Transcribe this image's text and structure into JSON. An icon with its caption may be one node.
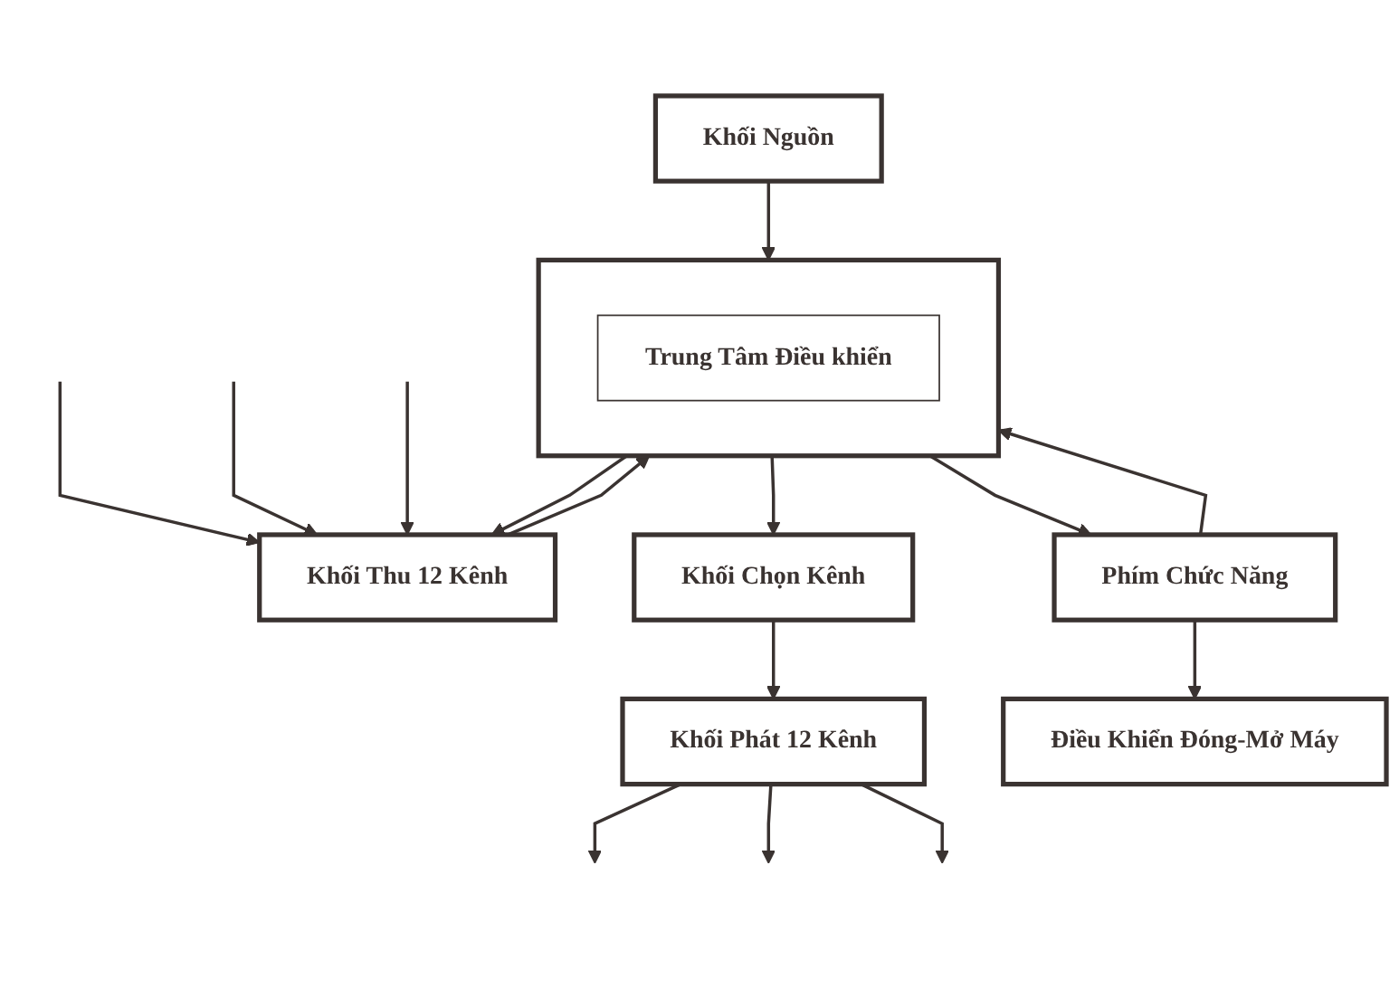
{
  "diagram": {
    "nodes": [
      {
        "text": [
          "Khối Phát 12 Kênh"
        ]
      },
      {
        "text": [
          "Khối Thu 12 Kênh"
        ]
      },
      {
        "text": [
          "Khối Chọn Kênh"
        ]
      },
      {
        "text": [],
        "shape": "box"
      },
      {
        "text": [
          "Trung Tâm Điều khiển"
        ],
        "in": 3
      },
      {
        "text": [
          "Khối Nguồn"
        ]
      },
      {
        "text": [
          "Phím Chức Năng"
        ]
      },
      {
        "text": [
          "Điều Khiển Đóng-Mở Máy"
        ]
      }
    ],
    "edges": [
      {
        "from": 2,
        "to": 0,
        "arrow": "to"
      },
      {
        "from": 3,
        "to": 2,
        "arrow": "to"
      },
      {
        "from": 3,
        "to": 1,
        "arrow": "to"
      },
      {
        "from": 1,
        "to": 3,
        "arrow": "to"
      },
      {
        "from": 5,
        "to": 3,
        "arrow": "to"
      },
      {
        "from": 3,
        "to": 6,
        "arrow": "to"
      },
      {
        "from": 6,
        "to": 3,
        "arrow": "to"
      },
      {
        "from": 6,
        "to": 7,
        "arrow": "to"
      },
      {
        "from": 0,
        "to": null,
        "arrow": "to"
      },
      {
        "from": 0,
        "to": null,
        "arrow": "to"
      },
      {
        "from": 0,
        "to": null,
        "arrow": "to"
      },
      {
        "from": null,
        "to": 1,
        "arrow": "to"
      },
      {
        "from": null,
        "to": 1,
        "arrow": "to"
      },
      {
        "from": null,
        "to": 1,
        "arrow": "to"
      }
    ]
  }
}
